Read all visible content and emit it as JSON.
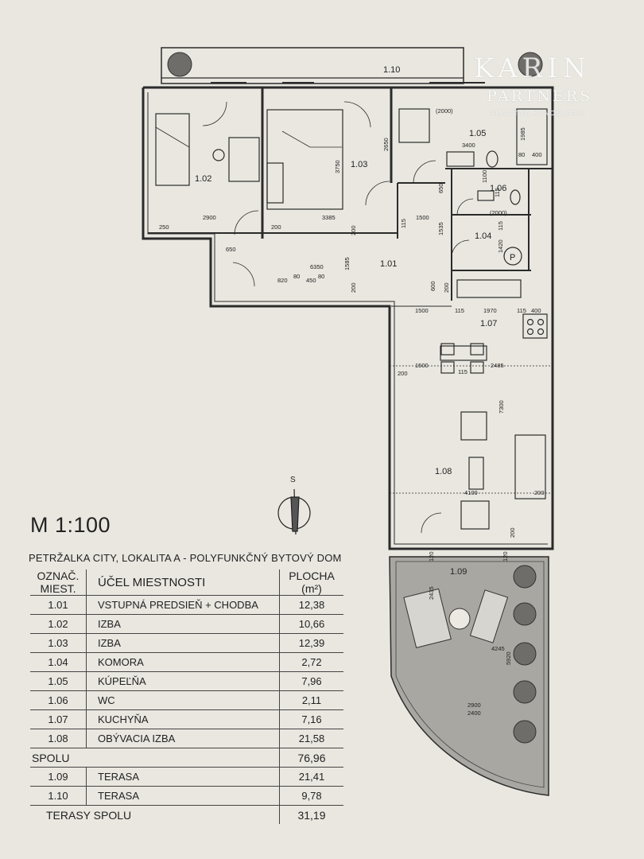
{
  "scale": "M 1:100",
  "project": "PETRŽALKA CITY, LOKALITA A - POLYFUNKČNÝ BYTOVÝ DOM",
  "table": {
    "header": {
      "code_line1": "OZNAČ.",
      "code_line2": "MIEST.",
      "purpose": "ÚČEL MIESTNOSTI",
      "area_line1": "PLOCHA",
      "area_line2": "(m²)"
    },
    "rooms": [
      {
        "code": "1.01",
        "name": "VSTUPNÁ PREDSIEŇ +  CHODBA",
        "area": "12,38"
      },
      {
        "code": "1.02",
        "name": "IZBA",
        "area": "10,66"
      },
      {
        "code": "1.03",
        "name": "IZBA",
        "area": "12,39"
      },
      {
        "code": "1.04",
        "name": "KOMORA",
        "area": "2,72"
      },
      {
        "code": "1.05",
        "name": "KÚPEĽŇA",
        "area": "7,96"
      },
      {
        "code": "1.06",
        "name": "WC",
        "area": "2,11"
      },
      {
        "code": "1.07",
        "name": "KUCHYŇA",
        "area": "7,16"
      },
      {
        "code": "1.08",
        "name": "OBÝVACIA  IZBA",
        "area": "21,58"
      }
    ],
    "total": {
      "label": "SPOLU",
      "area": "76,96"
    },
    "terraces": [
      {
        "code": "1.09",
        "name": "TERASA",
        "area": "21,41"
      },
      {
        "code": "1.10",
        "name": "TERASA",
        "area": "9,78"
      }
    ],
    "terraces_total": {
      "label": "TERASY SPOLU",
      "area": "31,19"
    }
  },
  "plan": {
    "room_labels": {
      "r110": "1.10",
      "r102": "1.02",
      "r103": "1.03",
      "r105": "1.05",
      "r106": "1.06",
      "r101": "1.01",
      "r104": "1.04",
      "r107": "1.07",
      "r108": "1.08",
      "r109": "1.09"
    },
    "dimensions": {
      "d2000a": "(2000)",
      "d3400": "3400",
      "d1985": "1985",
      "d400a": "400",
      "d80": "80",
      "d2650": "2650",
      "d3750": "3750",
      "d2900a": "2900",
      "d3385": "3385",
      "d250": "250",
      "d200a": "200",
      "d650a": "650",
      "d1100": "1100",
      "d115a": "115",
      "d2000b": "(2000)",
      "d1500a": "1500",
      "d115b": "115",
      "d1535": "1535",
      "d115c": "115",
      "d1420": "1420",
      "d650b": "650",
      "d6350": "6350",
      "d1585": "1585",
      "d820": "820",
      "d80b": "80",
      "d450": "450",
      "d80c": "80",
      "d200b": "200",
      "d600": "600",
      "d200c": "200",
      "d1500b": "1500",
      "d115d": "115",
      "d1970": "1970",
      "d115e": "115",
      "d400b": "400",
      "d200d": "200",
      "d1500c": "1500",
      "d115f": "115",
      "d2485": "2485",
      "d7300": "7300",
      "d4100": "4100",
      "d120a": "120",
      "d120b": "120",
      "d2435": "2435",
      "d4245": "4245",
      "d5920": "5920",
      "d2900b": "2900",
      "d2400": "2400",
      "d200e": "200",
      "d200f": "200",
      "d200g": "200"
    },
    "parking_symbol": "P",
    "compass_label": "S"
  },
  "logo": {
    "main": "KARIN",
    "partners": "PARTNERS",
    "sub": "REALITNÁ KANCELÁRIA"
  },
  "colors": {
    "paper": "#e9e7e0",
    "line": "#2b2b2b",
    "terrace_fill": "#a9a7a1"
  }
}
